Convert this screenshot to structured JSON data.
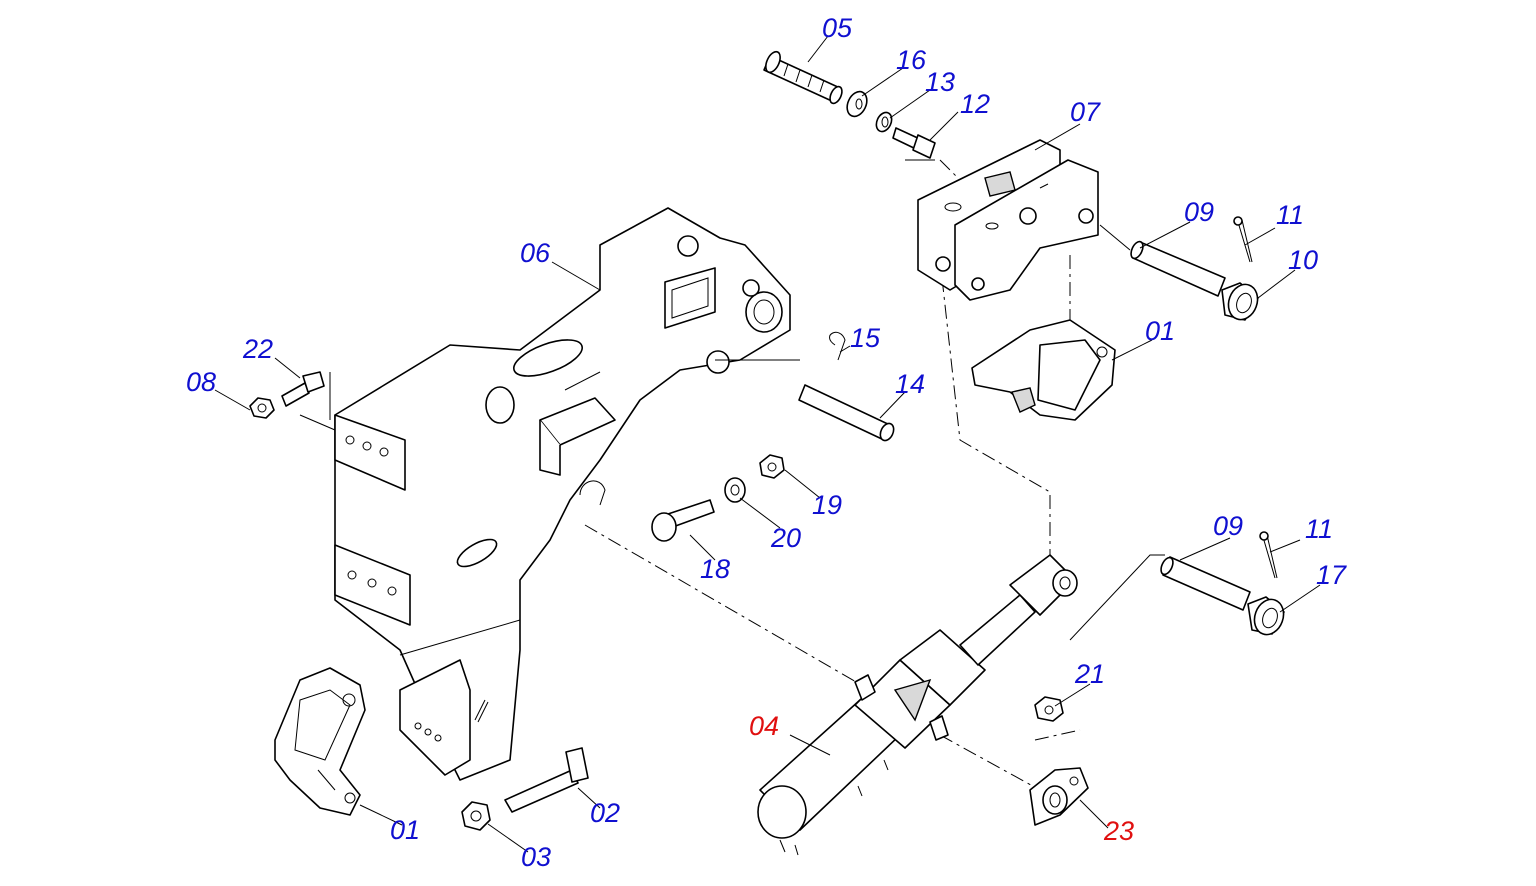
{
  "colors": {
    "callout_default": "#1010d0",
    "callout_highlight": "#e01010",
    "line": "#000000",
    "background": "#ffffff"
  },
  "callouts": [
    {
      "id": "c05",
      "text": "05",
      "color": "blue"
    },
    {
      "id": "c16",
      "text": "16",
      "color": "blue"
    },
    {
      "id": "c13",
      "text": "13",
      "color": "blue"
    },
    {
      "id": "c12",
      "text": "12",
      "color": "blue"
    },
    {
      "id": "c07",
      "text": "07",
      "color": "blue"
    },
    {
      "id": "c09a",
      "text": "09",
      "color": "blue"
    },
    {
      "id": "c11a",
      "text": "11",
      "color": "blue"
    },
    {
      "id": "c10",
      "text": "10",
      "color": "blue"
    },
    {
      "id": "c06",
      "text": "06",
      "color": "blue"
    },
    {
      "id": "c01a",
      "text": "01",
      "color": "blue"
    },
    {
      "id": "c15",
      "text": "15",
      "color": "blue"
    },
    {
      "id": "c22",
      "text": "22",
      "color": "blue"
    },
    {
      "id": "c14",
      "text": "14",
      "color": "blue"
    },
    {
      "id": "c08",
      "text": "08",
      "color": "blue"
    },
    {
      "id": "c19",
      "text": "19",
      "color": "blue"
    },
    {
      "id": "c20",
      "text": "20",
      "color": "blue"
    },
    {
      "id": "c09b",
      "text": "09",
      "color": "blue"
    },
    {
      "id": "c11b",
      "text": "11",
      "color": "blue"
    },
    {
      "id": "c18",
      "text": "18",
      "color": "blue"
    },
    {
      "id": "c17",
      "text": "17",
      "color": "blue"
    },
    {
      "id": "c21",
      "text": "21",
      "color": "blue"
    },
    {
      "id": "c04",
      "text": "04",
      "color": "red"
    },
    {
      "id": "c02",
      "text": "02",
      "color": "blue"
    },
    {
      "id": "c01b",
      "text": "01",
      "color": "blue"
    },
    {
      "id": "c23",
      "text": "23",
      "color": "red"
    },
    {
      "id": "c03",
      "text": "03",
      "color": "blue"
    }
  ]
}
